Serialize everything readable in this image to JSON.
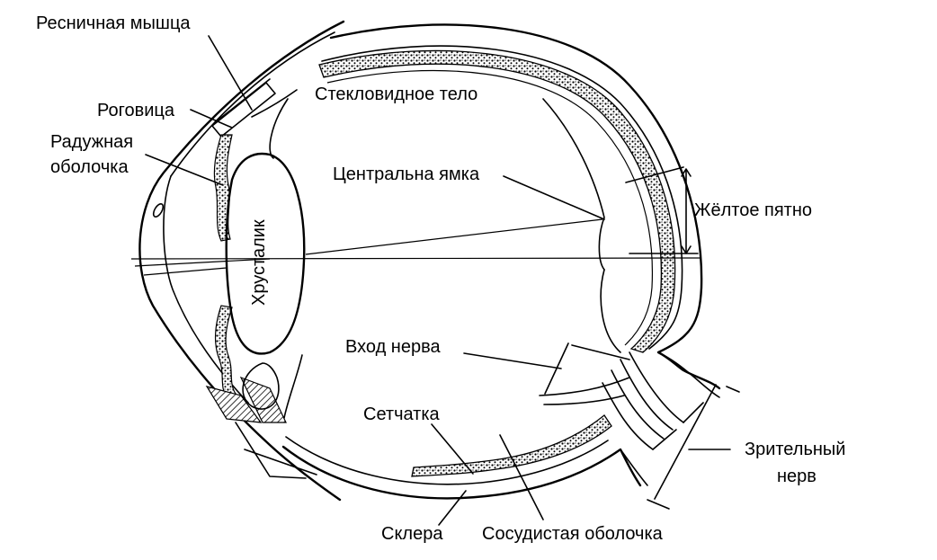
{
  "labels": {
    "ciliary_muscle": "Ресничная мышца",
    "cornea": "Роговица",
    "iris_line1": "Радужная",
    "iris_line2": "оболочка",
    "vitreous": "Стекловидное тело",
    "fovea": "Центральна ямка",
    "macula": "Жёлтое пятно",
    "lens": "Хрусталик",
    "nerve_entry": "Вход нерва",
    "retina": "Сетчатка",
    "optic_nerve_line1": "Зрительный",
    "optic_nerve_line2": "нерв",
    "sclera": "Склера",
    "choroid": "Сосудистая оболочка"
  },
  "colors": {
    "ink": "#000000",
    "background": "#ffffff"
  }
}
